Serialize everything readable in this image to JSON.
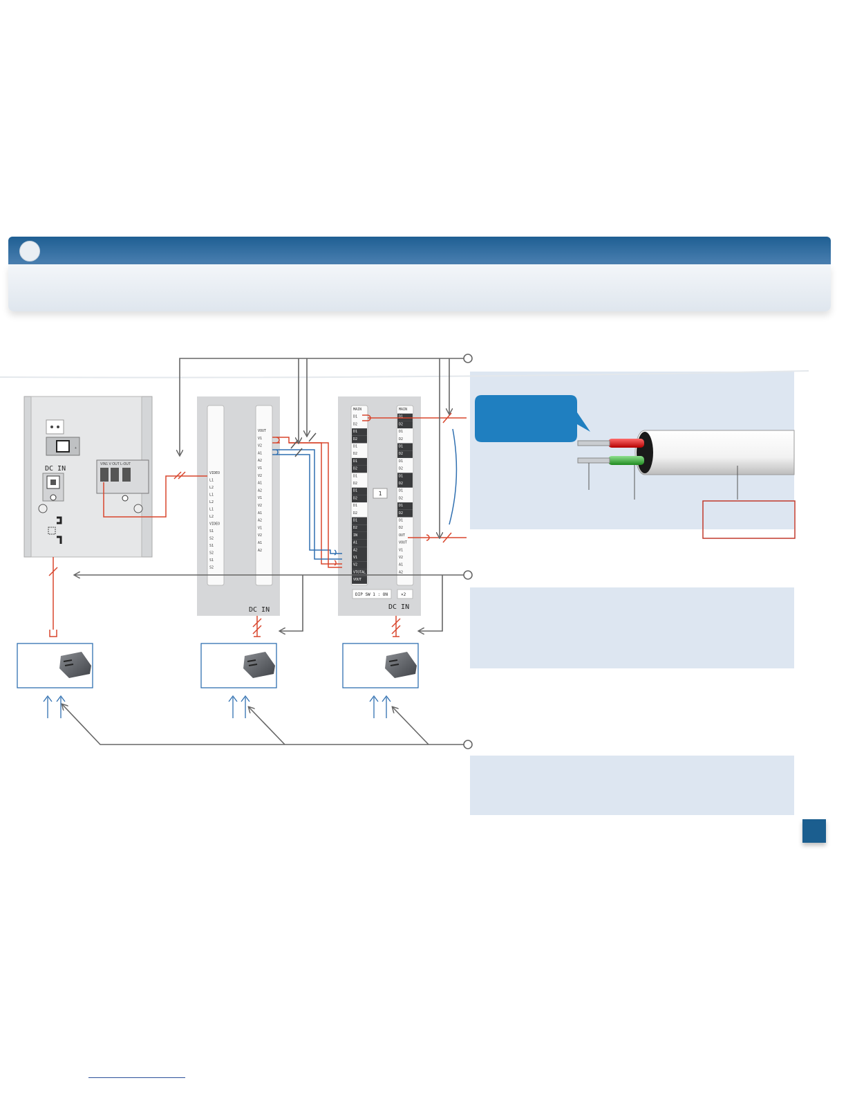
{
  "header": {
    "badge_icon": "circle-bullet-icon"
  },
  "colors": {
    "header": "#1f5f93",
    "panel": "#dde6f1",
    "wire_red": "#d8452c",
    "wire_blue": "#2f6fb0",
    "arrow": "#666666",
    "accent_box": "#c0392b"
  },
  "devices": {
    "power_supply": {
      "dc_in_label": "DC IN",
      "terminal_labels": "VIN1 V OUT L-OUT"
    },
    "switcher_a": {
      "left_col": [
        "VIDEO",
        "L1",
        "L2",
        "L1",
        "L2",
        "L1",
        "L2",
        "VIDEO",
        "S1",
        "S2",
        "S1",
        "S2",
        "S1",
        "S2"
      ],
      "right_col": [
        "VOUT",
        "V1",
        "V2",
        "A1",
        "A2",
        "V1",
        "V2",
        "A1",
        "A2",
        "V1",
        "V2",
        "A1",
        "A2",
        "V1",
        "V2",
        "A1",
        "A2"
      ],
      "dc_in_label": "DC IN"
    },
    "switcher_b": {
      "left_col": [
        "MAIN",
        "D1",
        "D2",
        "D1",
        "D2",
        "D1",
        "D2",
        "D1",
        "D2",
        "D1",
        "D2",
        "D1",
        "D2",
        "D1",
        "D2",
        "D1",
        "D2",
        "IN",
        "A1",
        "A2",
        "V1",
        "V2",
        "VTOTAL",
        "VOUT"
      ],
      "right_col": [
        "MAIN",
        "D1",
        "D2",
        "D1",
        "D2",
        "D1",
        "D2",
        "D1",
        "D2",
        "D1",
        "D2",
        "D1",
        "D2",
        "D1",
        "D2",
        "D1",
        "D2",
        "OUT",
        "VOUT",
        "V1",
        "V2",
        "A1",
        "A2"
      ],
      "center_number": "1",
      "dip_label": "DIP SW 1 : ON",
      "dip_value": "×2",
      "dc_in_label": "DC IN"
    }
  },
  "adapters": [
    {
      "icon": "ac-adapter-icon"
    },
    {
      "icon": "ac-adapter-icon"
    },
    {
      "icon": "ac-adapter-icon"
    }
  ],
  "callouts": {
    "cable_icon": "two-core-cable-icon",
    "speech_bubble_icon": "speech-bubble-icon"
  }
}
